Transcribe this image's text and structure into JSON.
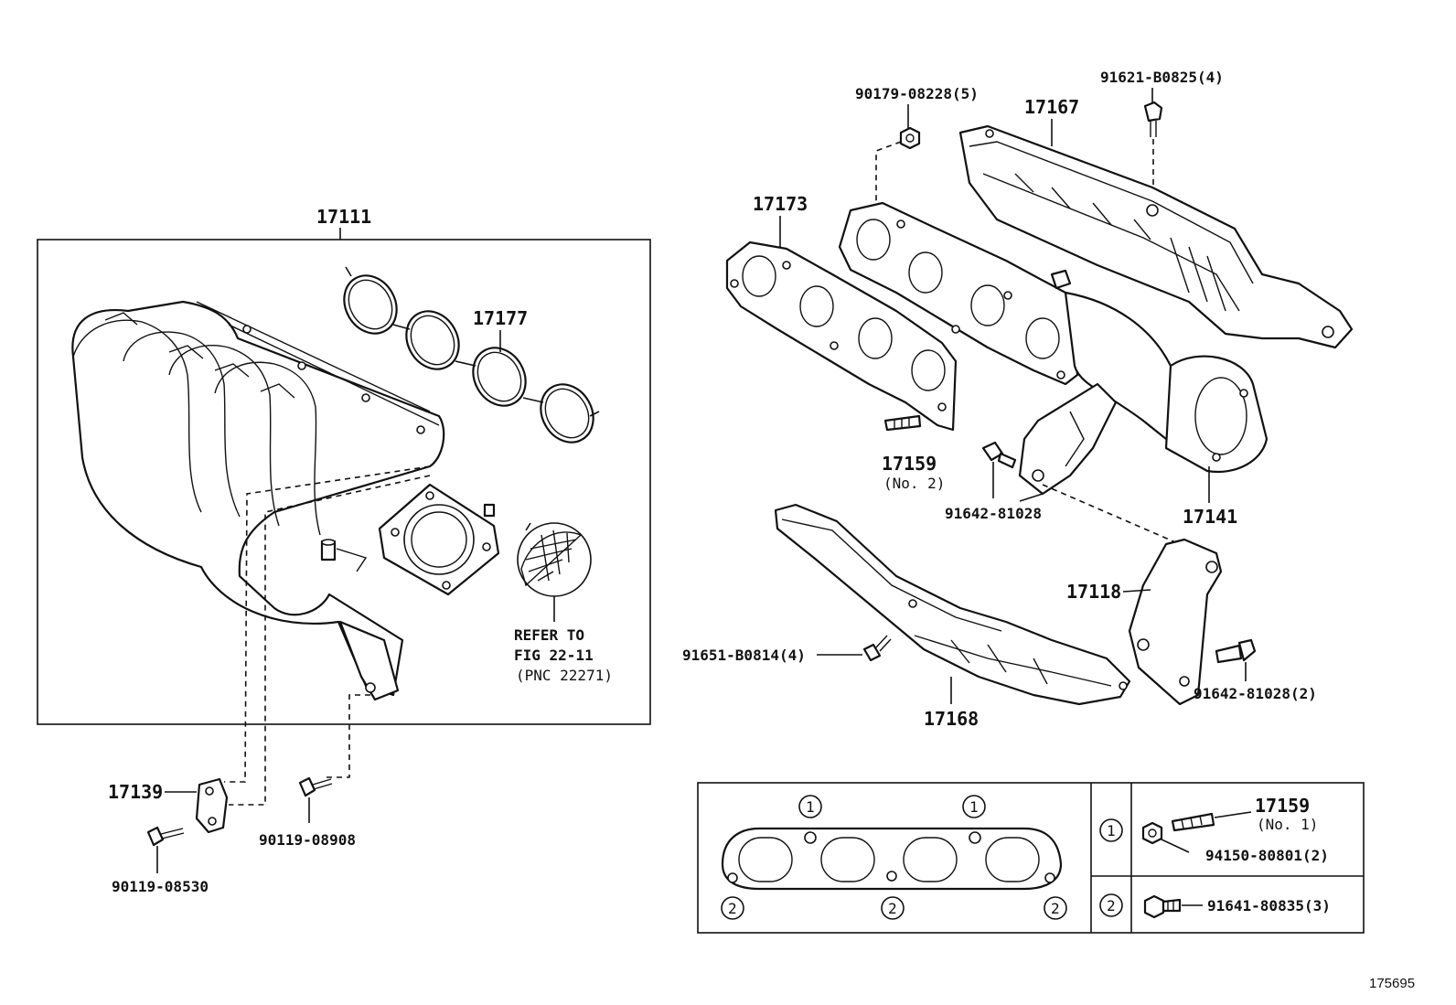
{
  "labels": {
    "p17111": "17111",
    "p17177": "17177",
    "p17139": "17139",
    "p90119_08530": "90119-08530",
    "p90119_08908": "90119-08908",
    "refer_line1": "REFER TO",
    "refer_line2": "FIG 22-11",
    "refer_line3": "(PNC 22271)",
    "p90179": "90179-08228(5)",
    "p91621": "91621-B0825(4)",
    "p17167": "17167",
    "p17173": "17173",
    "p17159_no2": "17159",
    "p17159_no2_sub": "(No. 2)",
    "p91642_single": "91642-81028",
    "p17141": "17141",
    "p17118": "17118",
    "p91651": "91651-B0814(4)",
    "p17168": "17168",
    "p91642_double": "91642-81028(2)"
  },
  "legend": {
    "marker1": "1",
    "marker2": "2",
    "row1_part": "17159",
    "row1_sub": "(No. 1)",
    "row1_nut": "94150-80801(2)",
    "row2_bolt": "91641-80835(3)"
  },
  "figure_id": "175695"
}
